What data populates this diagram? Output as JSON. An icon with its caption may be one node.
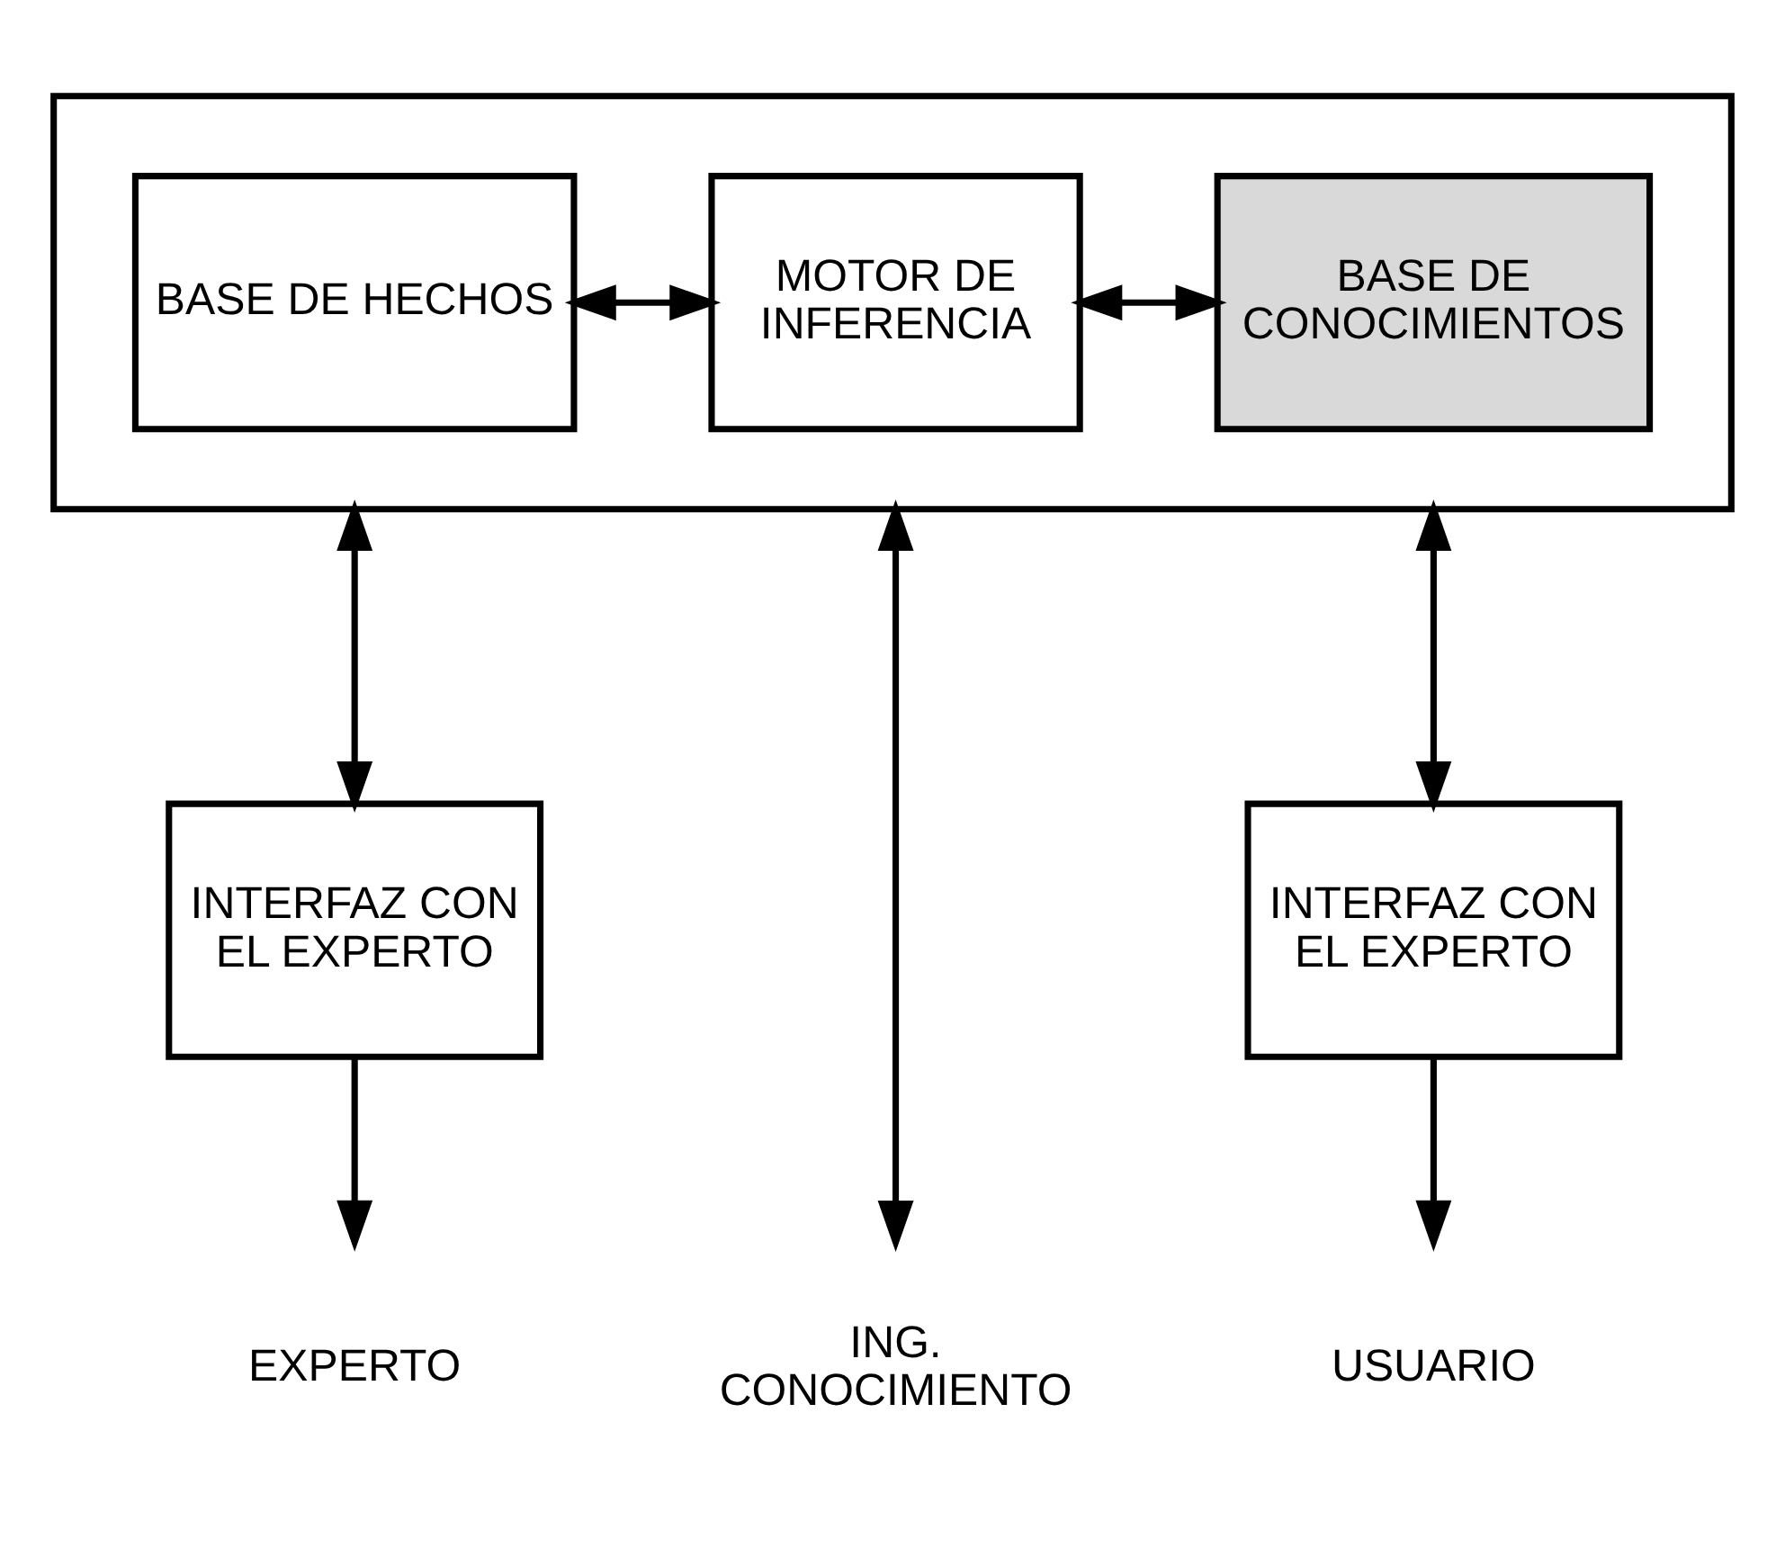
{
  "diagram": {
    "nodes": [
      {
        "text": [],
        "shape": "box"
      },
      {
        "text": [
          "BASE DE HECHOS"
        ],
        "in": 0
      },
      {
        "text": [
          "MOTOR DE INFERENCIA"
        ],
        "in": 0
      },
      {
        "text": [
          "BASE DE CONOCIMIENTOS"
        ],
        "in": 0
      },
      {
        "text": [
          "INTERFAZ CON EL EXPERTO"
        ]
      },
      {
        "text": [
          "INTERFAZ CON EL EXPERTO"
        ]
      },
      {
        "text": [
          "EXPERTO"
        ]
      },
      {
        "text": [
          "ING. CONOCIMIENTO"
        ]
      },
      {
        "text": [
          "USUARIO"
        ]
      }
    ],
    "edges": [
      {
        "from": 1,
        "to": 2,
        "arrow": "both"
      },
      {
        "from": 2,
        "to": 3,
        "arrow": "both"
      },
      {
        "from": 0,
        "to": 4,
        "arrow": "both"
      },
      {
        "from": 0,
        "to": 7,
        "arrow": "both"
      },
      {
        "from": 0,
        "to": 5,
        "arrow": "both"
      },
      {
        "from": 4,
        "to": 6,
        "arrow": "to"
      },
      {
        "from": 5,
        "to": 8,
        "arrow": "to"
      }
    ]
  }
}
